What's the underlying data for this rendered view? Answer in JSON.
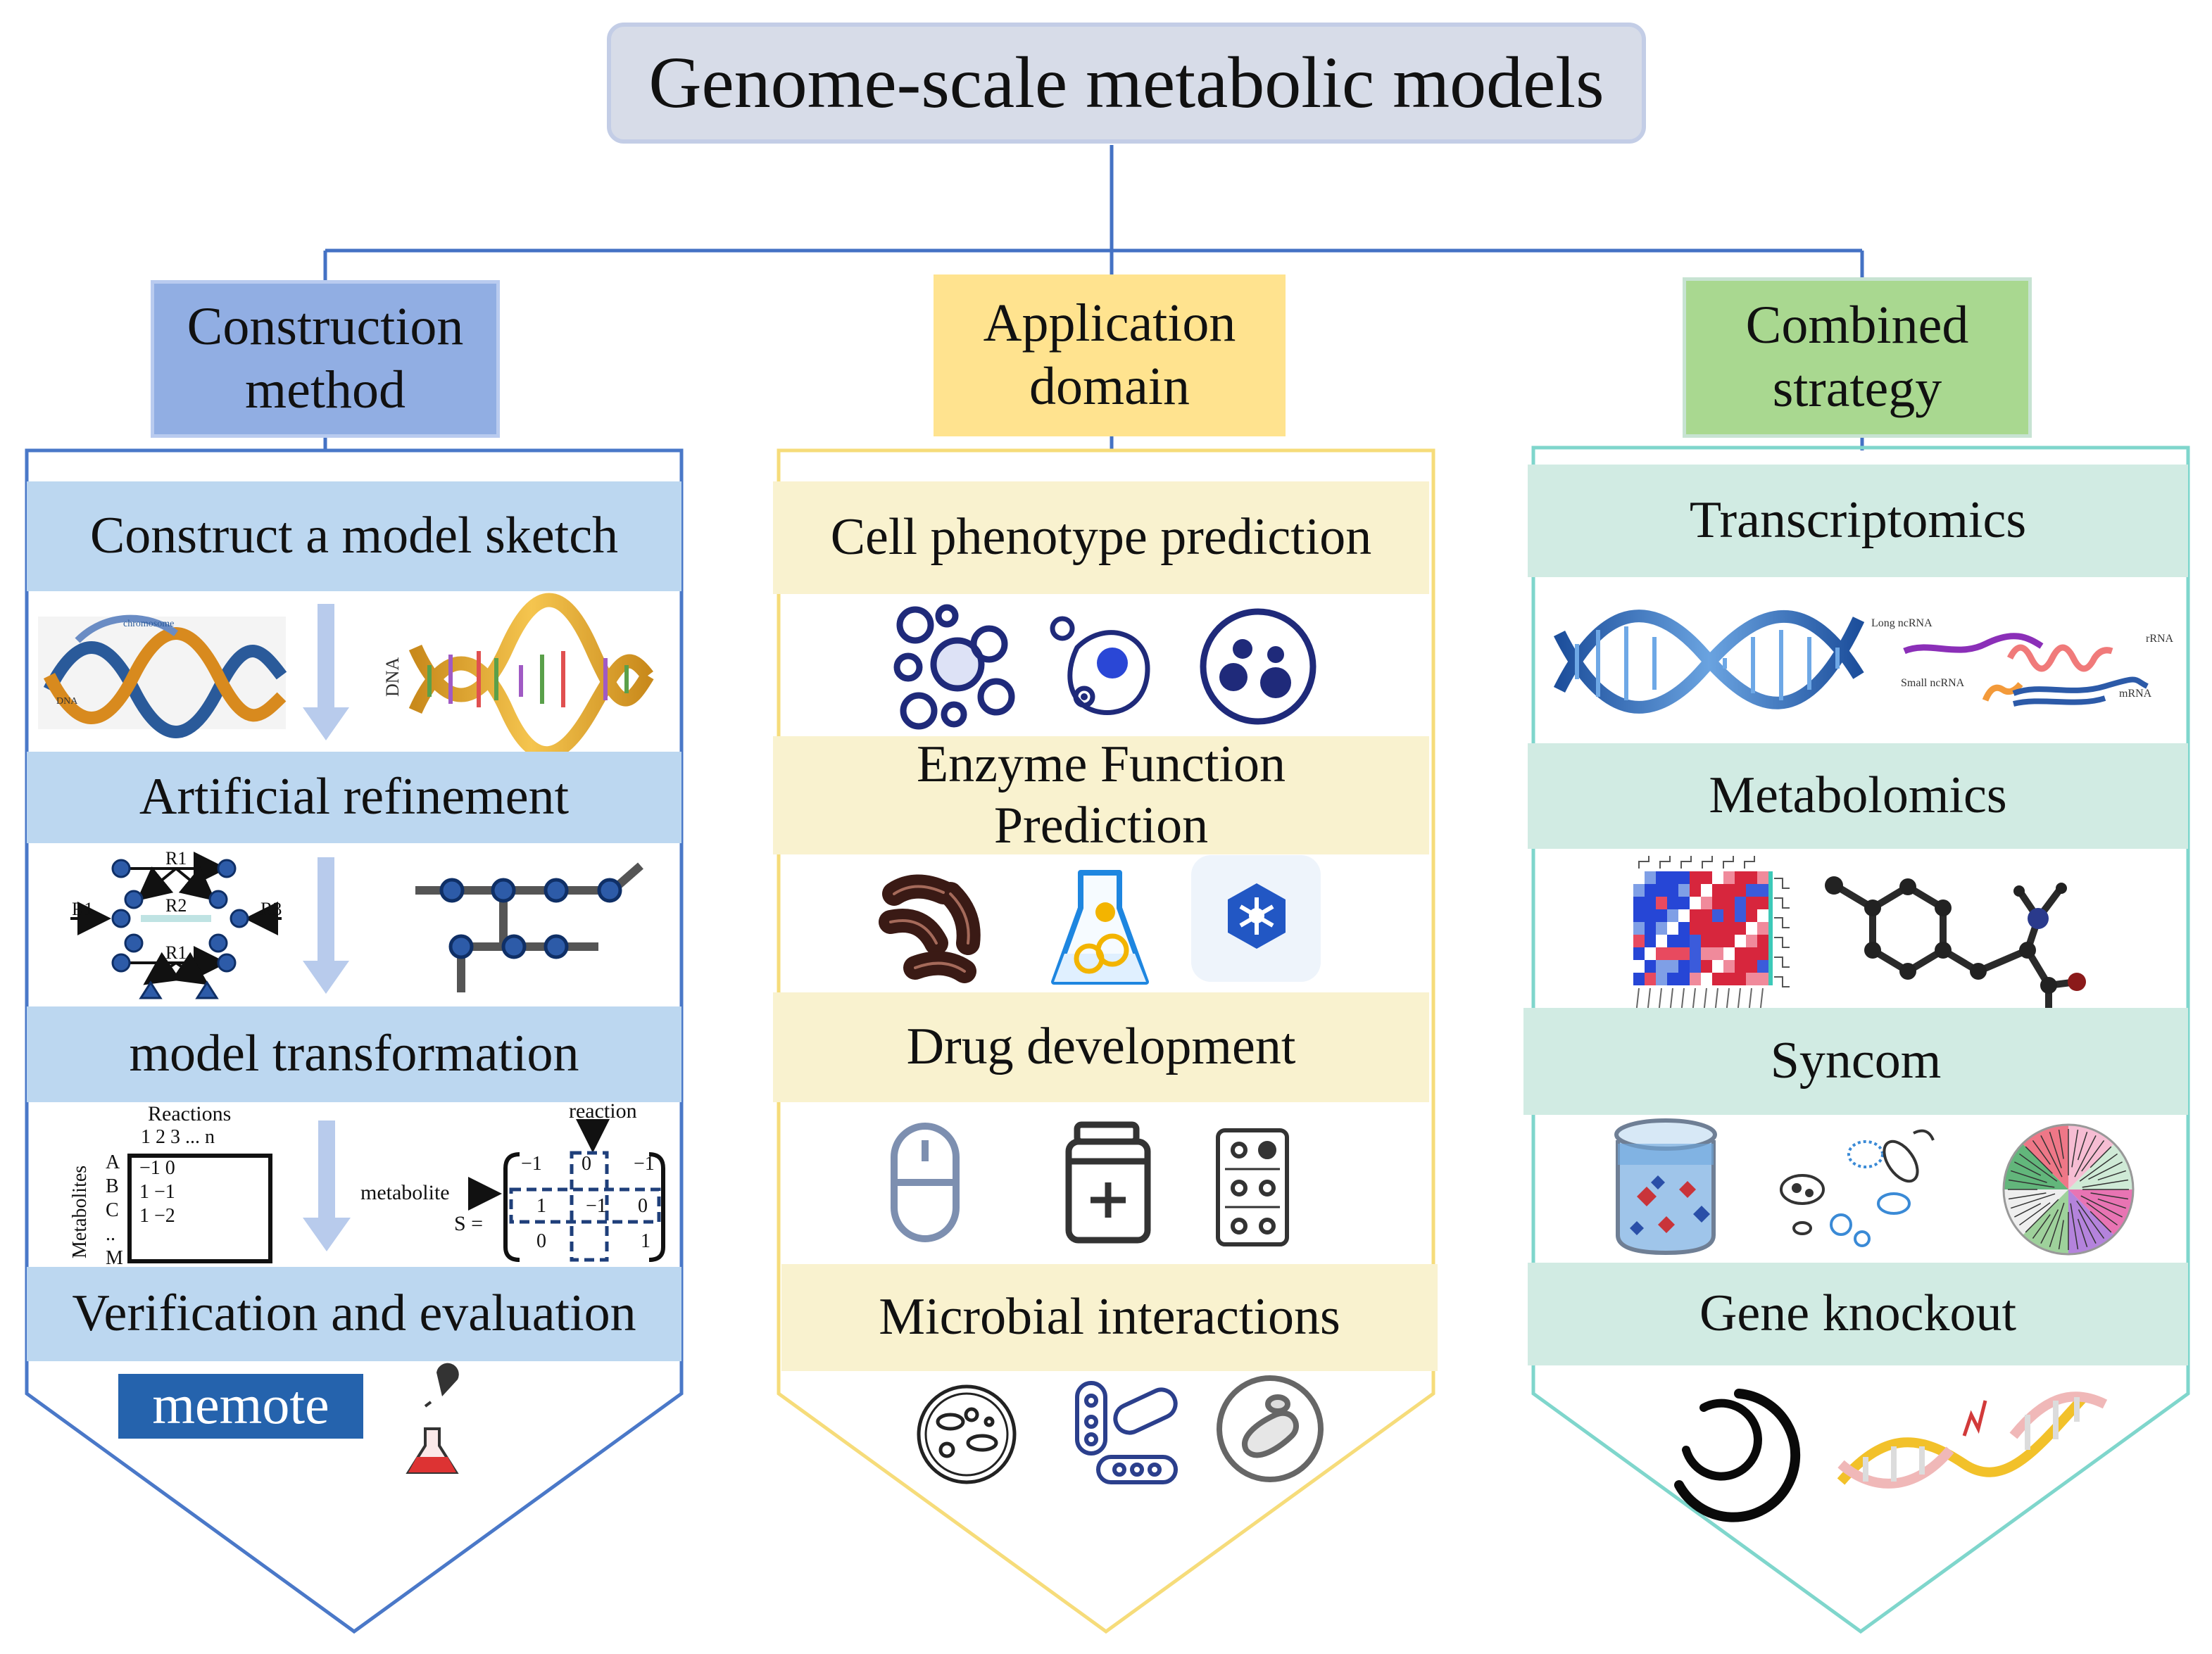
{
  "title": "Genome-scale metabolic models",
  "columns": [
    {
      "category": "Construction method",
      "color": "#91aee3",
      "sections": [
        "Construct a model sketch",
        "Artificial refinement",
        "model transformation",
        "Verification and evaluation"
      ]
    },
    {
      "category": "Application domain",
      "color": "#ffe38f",
      "sections": [
        "Cell phenotype prediction",
        "Enzyme Function Prediction",
        "Drug development",
        "Microbial interactions"
      ]
    },
    {
      "category": "Combined strategy",
      "color": "#a9d890",
      "sections": [
        "Transcriptomics",
        "Metabolomics",
        "Syncom",
        "Gene knockout"
      ]
    }
  ],
  "labels": {
    "chromosome": "chromosome",
    "dna_small": "DNA",
    "dna_vertical": "DNA",
    "r1_top": "R1",
    "r1_left": "R1",
    "r2": "R2",
    "r3": "R3",
    "r1_bottom": "R1",
    "reactions_header": "Reactions",
    "reaction_index": "1  2  3  ...  n",
    "metabolites_axis": "Metabolites",
    "row_letters": [
      "A",
      "B",
      "C",
      "..",
      "M"
    ],
    "matrix_rows": [
      "−1  0",
      "1  −1",
      "1  −2"
    ],
    "reaction_label": "reaction",
    "metabolite_label": "metabolite",
    "s_equals": "S =",
    "s_matrix_values": [
      "−1",
      "0",
      "−1",
      "1",
      "−1",
      "0",
      "0",
      "1"
    ],
    "memote": "memote",
    "long_ncrna": "Long ncRNA",
    "small_ncrna": "Small ncRNA",
    "rrna": "rRNA",
    "mrna": "mRNA"
  },
  "colors": {
    "connector_blue": "#4472c4",
    "panel_blue_border": "#4a78c8",
    "panel_yellow_border": "#f6dc7a",
    "panel_green_border": "#7fd6cc",
    "section_blue": "#bcd7f0",
    "section_yellow": "#f9f2cf",
    "section_green": "#d1ebe3"
  },
  "icons": [
    "dna-chromosome-image",
    "dna-helix-icon",
    "down-arrow-icon",
    "reaction-network-icon",
    "pathway-network-icon",
    "stoichiometric-matrix-icon",
    "memote-logo",
    "dropper-flask-icon",
    "cell-cluster-icon",
    "cell-icon",
    "cell-vesicles-icon",
    "bacteria-icon",
    "flask-icon",
    "enzyme-app-icon",
    "capsule-icon",
    "medicine-bottle-icon",
    "pill-blister-icon",
    "petri-microbes-icon",
    "microbe-colony-icon",
    "cell-petri-icon",
    "dna-helix-blue-icon",
    "rna-types-icon",
    "heatmap-icon",
    "molecule-icon",
    "culture-jar-icon",
    "microbes-icon",
    "phylogenetic-tree-icon",
    "ring-logo-icon",
    "dna-knockout-icon"
  ]
}
